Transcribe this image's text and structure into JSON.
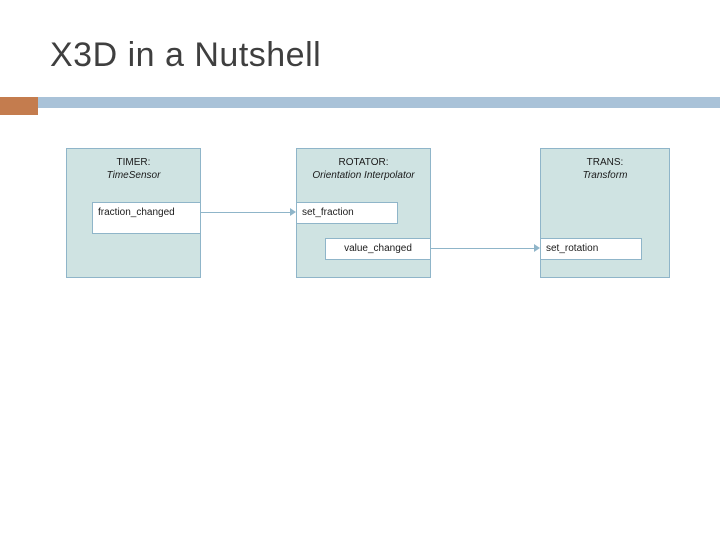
{
  "slide": {
    "title": "X3D in a Nutshell"
  },
  "theme": {
    "band_color": "#a9c2d8",
    "accent_color": "#c47c4e",
    "node_fill": "#cfe3e2",
    "node_border": "#8fb5c9",
    "field_fill": "#ffffff"
  },
  "diagram": {
    "nodes": [
      {
        "id": "timer",
        "title": "TIMER:",
        "subtitle": "TimeSensor",
        "fields": [
          {
            "id": "fraction_changed",
            "label": "fraction_changed"
          }
        ]
      },
      {
        "id": "rotator",
        "title": "ROTATOR:",
        "subtitle": "Orientation Interpolator",
        "fields": [
          {
            "id": "set_fraction",
            "label": "set_fraction"
          },
          {
            "id": "value_changed",
            "label": "value_changed"
          }
        ]
      },
      {
        "id": "trans",
        "title": "TRANS:",
        "subtitle": "Transform",
        "fields": [
          {
            "id": "set_rotation",
            "label": "set_rotation"
          }
        ]
      }
    ],
    "connections": [
      {
        "from": "fraction_changed",
        "to": "set_fraction"
      },
      {
        "from": "value_changed",
        "to": "set_rotation"
      }
    ]
  }
}
